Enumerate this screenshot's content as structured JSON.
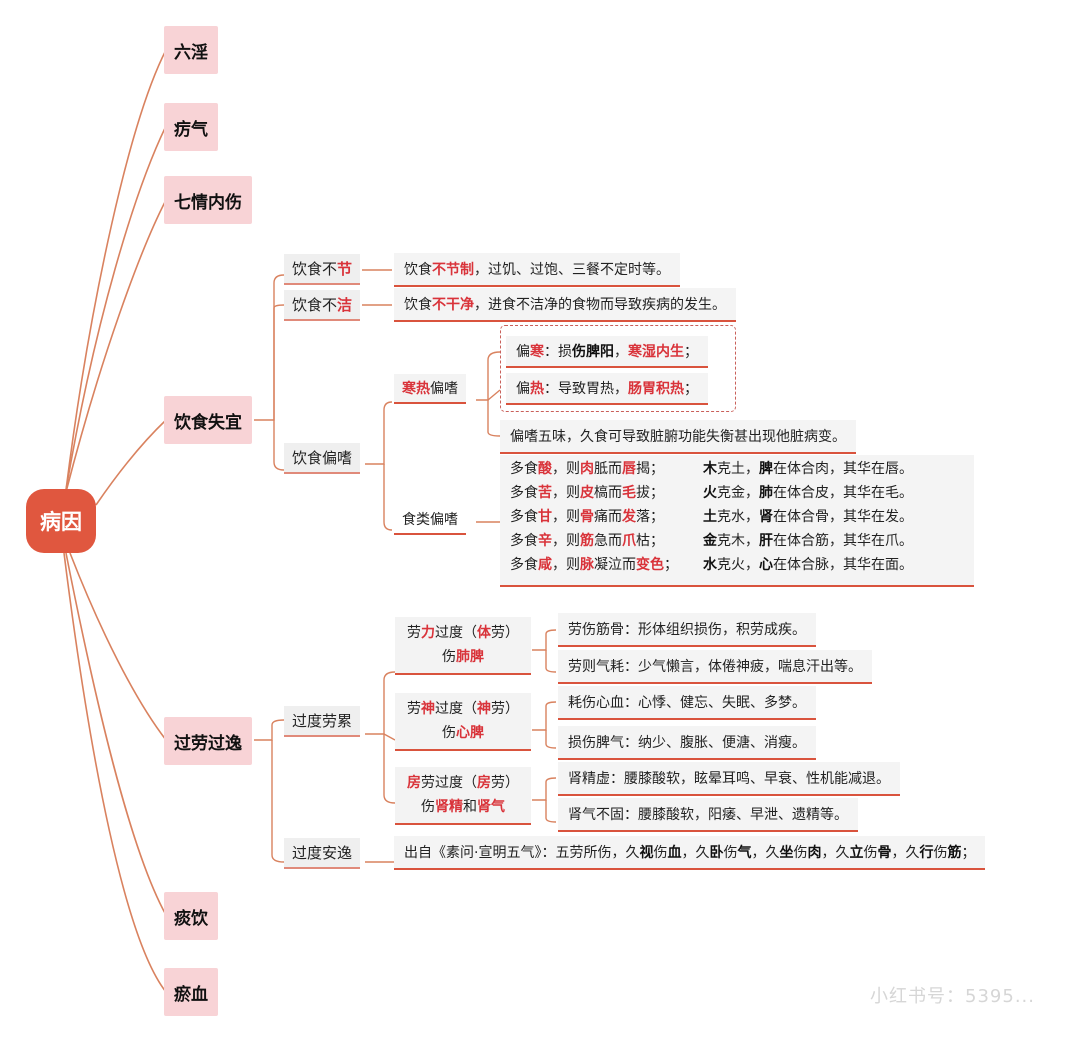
{
  "root": "病因",
  "causes": {
    "liuyin": "六淫",
    "liqi": "疠气",
    "qiqing": "七情内伤",
    "yinshi": "饮食失宜",
    "guolao": "过劳过逸",
    "tanyin": "痰饮",
    "yuxue": "瘀血"
  },
  "yinshi": {
    "bujie_jie": {
      "a": "饮食不",
      "b": "节"
    },
    "bujie_jie_desc": {
      "a": "饮食",
      "b": "不节制",
      "c": "，过饥、过饱、三餐不定时等。"
    },
    "bujie_clean": {
      "a": "饮食不",
      "b": "洁"
    },
    "bujie_clean_desc": {
      "a": "饮食",
      "b": "不干净",
      "c": "，进食不洁净的食物而导致疾病的发生。"
    },
    "pianshi": "饮食偏嗜",
    "hanre": {
      "a": "寒热",
      "b": "偏嗜"
    },
    "pianhan": {
      "a": "偏",
      "b": "寒",
      "c": "：损",
      "d": "伤脾阳",
      "e": "，",
      "f": "寒湿内生",
      "g": "；"
    },
    "pianre": {
      "a": "偏",
      "b": "热",
      "c": "：导致胃热，",
      "d": "肠胃积热",
      "e": "；"
    },
    "wuwei": "偏嗜五味，久食可导致脏腑功能失衡甚出现他脏病变。",
    "shilei": "食类偏嗜",
    "five": [
      {
        "p1": "多食",
        "t": "酸",
        "p2": "，则",
        "o": "肉",
        "p3": "胝而",
        "s": "唇",
        "p4": "揭；",
        "e1": "木",
        "e2": "克土，",
        "z": "脾",
        "tail": "在体合肉，其华在唇。"
      },
      {
        "p1": "多食",
        "t": "苦",
        "p2": "，则",
        "o": "皮",
        "p3": "槁而",
        "s": "毛",
        "p4": "拔；",
        "e1": "火",
        "e2": "克金，",
        "z": "肺",
        "tail": "在体合皮，其华在毛。"
      },
      {
        "p1": "多食",
        "t": "甘",
        "p2": "，则",
        "o": "骨",
        "p3": "痛而",
        "s": "发",
        "p4": "落；",
        "e1": "土",
        "e2": "克水，",
        "z": "肾",
        "tail": "在体合骨，其华在发。"
      },
      {
        "p1": "多食",
        "t": "辛",
        "p2": "，则",
        "o": "筋",
        "p3": "急而",
        "s": "爪",
        "p4": "枯；",
        "e1": "金",
        "e2": "克木，",
        "z": "肝",
        "tail": "在体合筋，其华在爪。"
      },
      {
        "p1": "多食",
        "t": "咸",
        "p2": "，则",
        "o": "脉",
        "p3": "凝泣而",
        "s": "变色",
        "p4": "；",
        "e1": "水",
        "e2": "克火，",
        "z": "心",
        "tail": "在体合脉，其华在面。"
      }
    ]
  },
  "guolao": {
    "leilei": "过度劳累",
    "anyi": "过度安逸",
    "lili": {
      "a": "劳",
      "b": "力",
      "c": "过度（",
      "d": "体",
      "e": "劳）",
      "f": "伤",
      "g": "肺脾"
    },
    "lili_1": "劳伤筋骨：形体组织损伤，积劳成疾。",
    "lili_2": "劳则气耗：少气懒言，体倦神疲，喘息汗出等。",
    "shen": {
      "a": "劳",
      "b": "神",
      "c": "过度（",
      "d": "神",
      "e": "劳）",
      "f": "伤",
      "g": "心脾"
    },
    "shen_1": "耗伤心血：心悸、健忘、失眠、多梦。",
    "shen_2": "损伤脾气：纳少、腹胀、便溏、消瘦。",
    "fang": {
      "a": "房",
      "b": "劳过度（",
      "c": "房",
      "d": "劳）",
      "e": "伤",
      "f": "肾精",
      "g": "和",
      "h": "肾气"
    },
    "fang_1": "肾精虚：腰膝酸软，眩晕耳鸣、早衰、性机能减退。",
    "fang_2": "肾气不固：腰膝酸软，阳痿、早泄、遗精等。",
    "anyi_desc": {
      "a": "出自《素问·宣明五气》：五劳所伤，久",
      "b": "视",
      "c": "伤",
      "d": "血",
      "e": "，久",
      "f": "卧",
      "g": "伤",
      "h": "气",
      "i": "，久",
      "j": "坐",
      "k": "伤",
      "l": "肉",
      "m": "，久",
      "n": "立",
      "o": "伤",
      "p": "骨",
      "q": "，久",
      "r": "行",
      "s": "伤",
      "t": "筋",
      "u": "；"
    }
  },
  "watermark": "小红书号：5395..."
}
